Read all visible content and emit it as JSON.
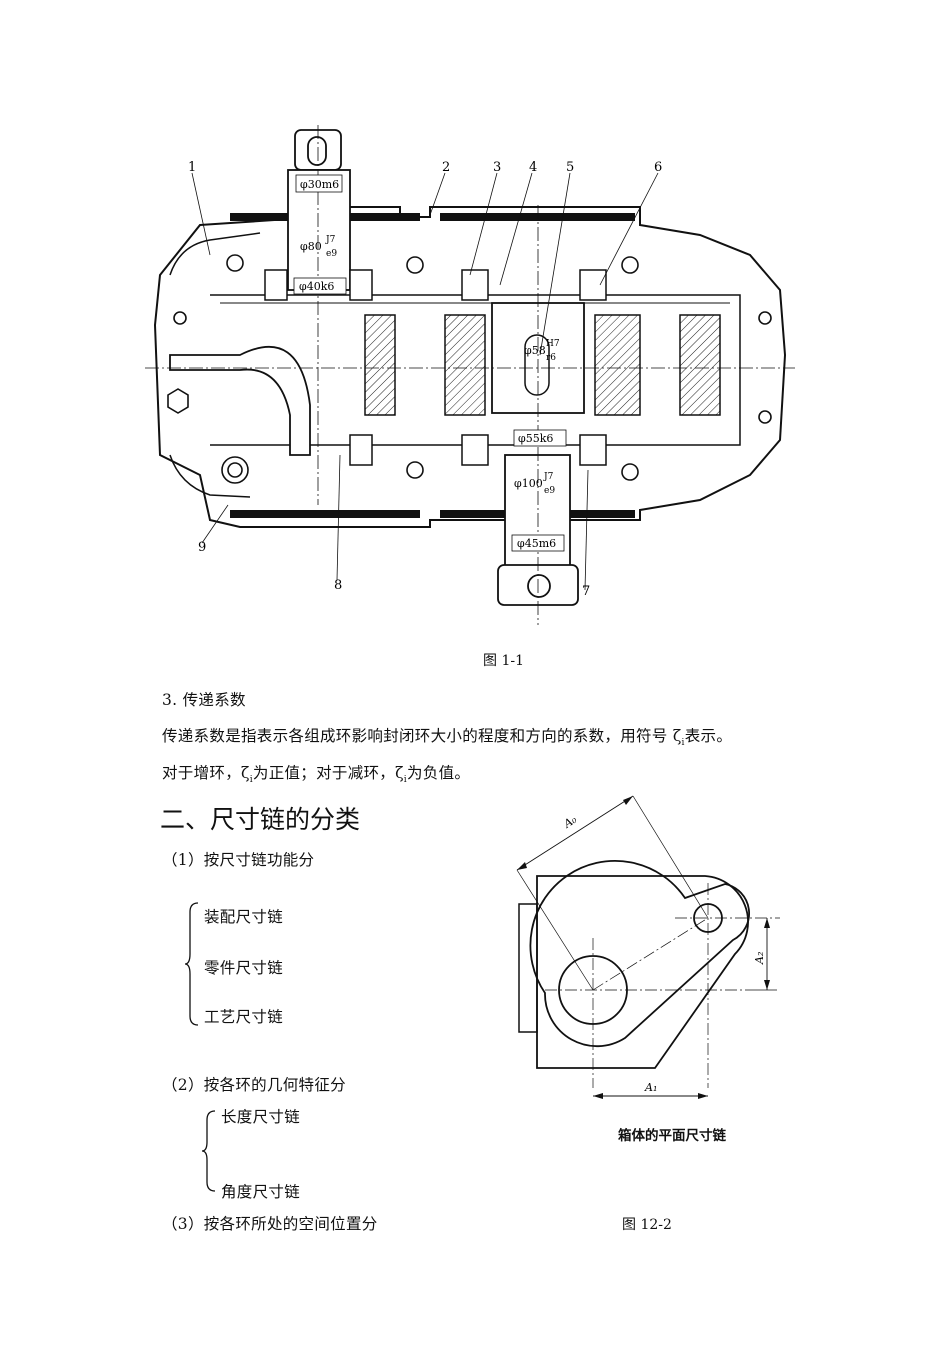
{
  "figure1": {
    "part_numbers": [
      "1",
      "2",
      "3",
      "4",
      "5",
      "6",
      "7",
      "8",
      "9"
    ],
    "dim_30": "φ30m6",
    "dim_80": "φ80",
    "dim_80_num": "J7",
    "dim_80_den": "e9",
    "dim_40": "φ40k6",
    "dim_58": "φ58",
    "dim_58_num": "H7",
    "dim_58_den": "r6",
    "dim_55": "φ55k6",
    "dim_100": "φ100",
    "dim_100_num": "J7",
    "dim_100_den": "e9",
    "dim_45": "φ45m6",
    "caption": "图 1-1"
  },
  "section3": {
    "heading": "3. 传递系数",
    "line1": "传递系数是指表示各组成环影响封闭环大小的程度和方向的系数，用符号 ζ",
    "line1_sub": "i",
    "line1_end": "表示。",
    "line2_a": "对于增环，ζ",
    "line2_sub1": "i",
    "line2_b": "为正值；对于减环，ζ",
    "line2_sub2": "i",
    "line2_c": "为负值。"
  },
  "section2": {
    "heading": "二、尺寸链的分类",
    "cat1": "（1）按尺寸链功能分",
    "cat1_items": [
      "装配尺寸链",
      "零件尺寸链",
      "工艺尺寸链"
    ],
    "cat2": "（2）按各环的几何特征分",
    "cat2_items": [
      "长度尺寸链",
      "角度尺寸链"
    ],
    "cat3": "（3）按各环所处的空间位置分"
  },
  "figure2": {
    "label_a0": "A₀",
    "label_a1": "A₁",
    "label_a2": "A₂",
    "subtitle": "箱体的平面尺寸链",
    "caption": "图 12-2"
  }
}
